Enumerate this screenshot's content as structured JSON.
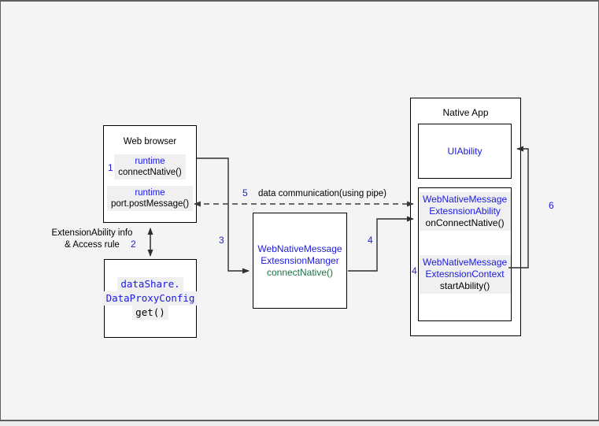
{
  "colors": {
    "accent_blue": "#1a1ae0",
    "code_green": "#1e7044",
    "code_background": "#f0f0f1",
    "dashed_gray": "#4d4d4d",
    "page_background": "#f4f4f5"
  },
  "web_browser": {
    "title": "Web browser",
    "connect_block": {
      "lang": "runtime",
      "code": "connectNative()"
    },
    "post_block": {
      "lang": "runtime",
      "code": "port.postMessage()"
    }
  },
  "datashare_box": {
    "line1": "dataShare.",
    "line2": "DataProxyConfig",
    "line3": "get()"
  },
  "manager_box": {
    "line1": "WebNativeMessage",
    "line2": "ExtesnsionManger",
    "line3": "connectNative()"
  },
  "native_app": {
    "title": "Native App",
    "uiability_label": "UIAbility",
    "ability_block": {
      "line1": "WebNativeMessage",
      "line2": "ExtesnsionAbility",
      "line3": "onConnectNative()"
    },
    "context_block": {
      "line1": "WebNativeMessage",
      "line2": "ExtesnsionContext",
      "line3": "startAbility()"
    }
  },
  "steps": {
    "s1": "1",
    "s2": "2",
    "s3": "3",
    "s4": "4",
    "s4b": "4",
    "s5": "5",
    "s6": "6"
  },
  "annotations": {
    "extension_info_line1": "ExtensionAbility info",
    "extension_info_line2": "& Access rule",
    "pipe_label": "data communication(using pipe)"
  }
}
